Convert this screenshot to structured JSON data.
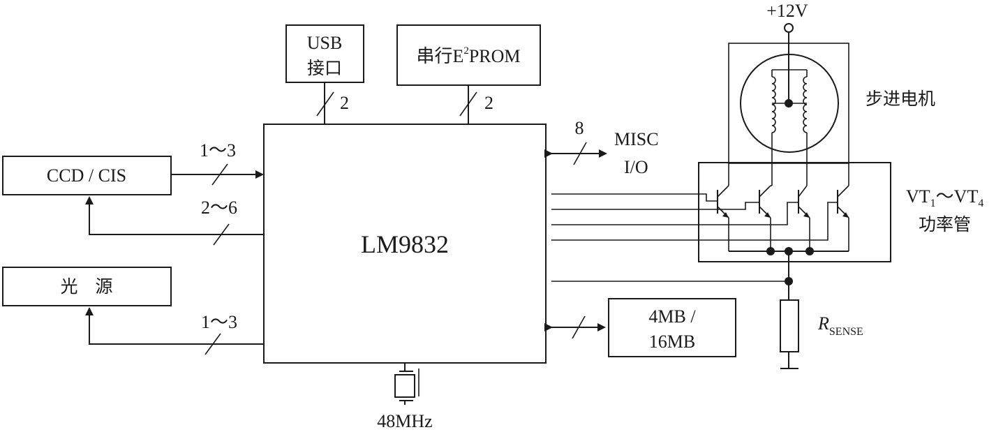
{
  "blocks": {
    "usb": {
      "line1": "USB",
      "line2": "接口",
      "bus_width": "2"
    },
    "eeprom": {
      "label_pre": "串行E",
      "label_sup": "2",
      "label_post": "PROM",
      "bus_width": "2"
    },
    "ccd": {
      "label": "CCD / CIS",
      "in_width": "1～3",
      "out_width": "2～6"
    },
    "light": {
      "label": "光　源",
      "width": "1～3"
    },
    "chip": {
      "label": "LM9832"
    },
    "misc": {
      "line1": "MISC",
      "line2": "I/O",
      "width": "8"
    },
    "memory": {
      "line1": "4MB /",
      "line2": "16MB"
    },
    "crystal": {
      "label": "48MHz"
    }
  },
  "power": {
    "supply": "+12V"
  },
  "motor": {
    "label": "步进电机"
  },
  "transistors": {
    "line1_pre": "VT",
    "line1_sub1": "1",
    "line1_mid": "～VT",
    "line1_sub2": "4",
    "line2": "功率管"
  },
  "resistor": {
    "label_main": "R",
    "label_sub": "SENSE"
  }
}
